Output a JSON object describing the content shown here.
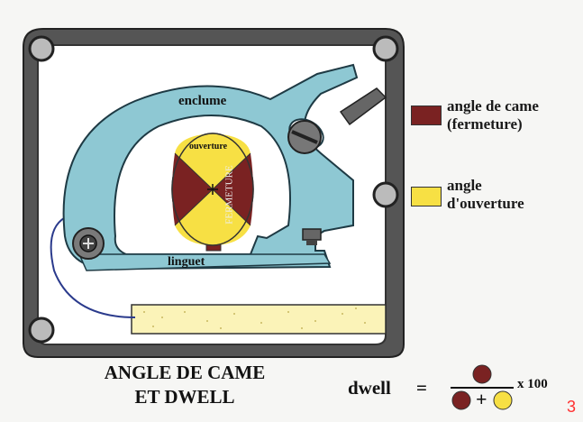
{
  "labels": {
    "enclume": "enclume",
    "linguet": "linguet",
    "ouverture": "ouverture",
    "fermeture": "FERMETURE"
  },
  "legend": {
    "closing": {
      "label_line1": "angle de came",
      "label_line2": "(fermeture)",
      "color": "#7a2222"
    },
    "opening": {
      "label_line1": "angle",
      "label_line2": "d'ouverture",
      "color": "#f7e044"
    }
  },
  "title": {
    "line1": "ANGLE DE CAME",
    "line2": "ET DWELL"
  },
  "formula": {
    "lhs": "dwell",
    "equals": "=",
    "plus": "+",
    "multiplier": "x 100"
  },
  "page_number": "3",
  "colors": {
    "body": "#8ec8d3",
    "frame": "#3a3a3a",
    "dark_red": "#7a2222",
    "yellow": "#f7e044"
  }
}
